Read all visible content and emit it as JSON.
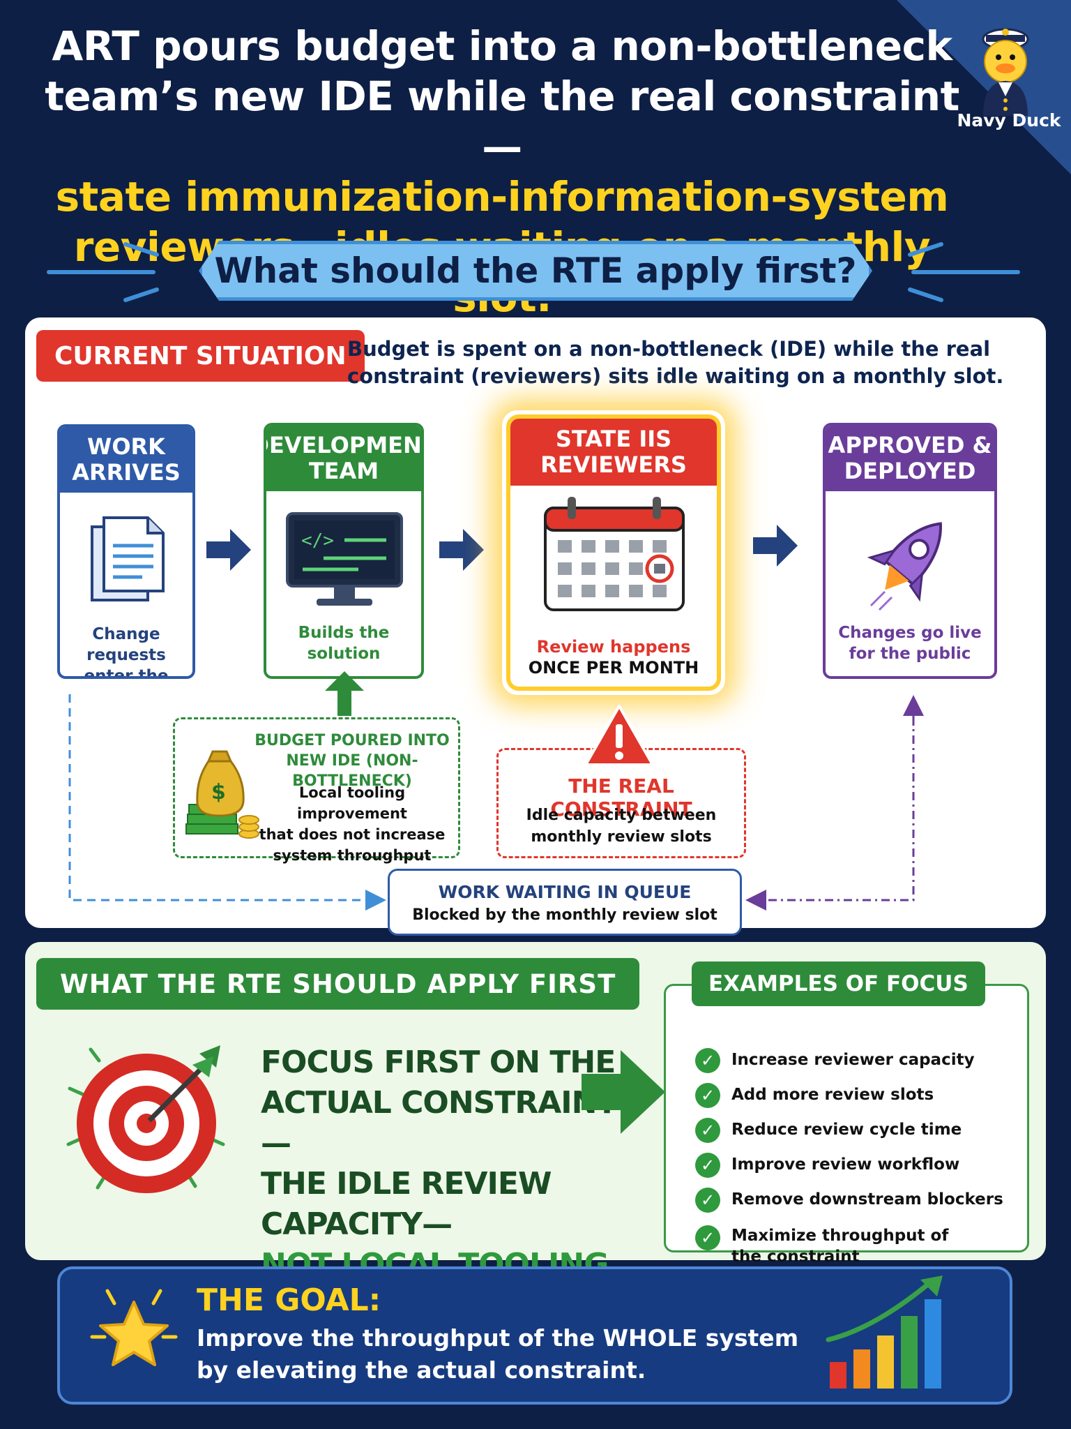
{
  "header": {
    "headline_line1": "ART pours budget into a non-bottleneck",
    "headline_line2": "team’s new IDE while the real constraint—",
    "headline_line3": "state immunization-information-system",
    "headline_line4": "reviewers—idles waiting on a monthly slot.",
    "brand_label": "Navy Duck",
    "question": "What should the RTE apply first?"
  },
  "situation": {
    "label": "CURRENT SITUATION",
    "description_line1": "Budget is spent on a non-bottleneck (IDE) while the real",
    "description_line2": "constraint (reviewers) sits idle waiting on a monthly slot."
  },
  "flow": {
    "work": {
      "title_line1": "WORK",
      "title_line2": "ARRIVES",
      "caption_line1": "Change requests",
      "caption_line2": "enter the system"
    },
    "dev": {
      "title_line1": "DEVELOPMENT",
      "title_line2": "TEAM",
      "caption_line1": "Builds the",
      "caption_line2": "solution"
    },
    "review": {
      "title_line1": "STATE IIS",
      "title_line2": "REVIEWERS",
      "caption_line1": "Review happens",
      "caption_line2": "ONCE PER MONTH"
    },
    "deploy": {
      "title_line1": "APPROVED &",
      "title_line2": "DEPLOYED",
      "caption_line1": "Changes go live",
      "caption_line2": "for the public"
    }
  },
  "budget": {
    "title_line1": "BUDGET POURED INTO",
    "title_line2": "NEW IDE (NON-BOTTLENECK)",
    "text_line1": "Local tooling improvement",
    "text_line2": "that does not increase",
    "text_line3": "system throughput"
  },
  "constraint": {
    "title": "THE REAL CONSTRAINT",
    "text_line1": "Idle capacity between",
    "text_line2": "monthly review slots"
  },
  "queue": {
    "title": "WORK WAITING IN QUEUE",
    "text": "Blocked by the monthly review slot"
  },
  "apply": {
    "label": "WHAT THE RTE SHOULD APPLY FIRST",
    "focus_line1": "FOCUS FIRST ON THE",
    "focus_line2": "ACTUAL CONSTRAINT—",
    "focus_line3": "THE IDLE REVIEW CAPACITY—",
    "focus_line4": "NOT LOCAL TOOLING WINS."
  },
  "examples": {
    "label": "EXAMPLES OF FOCUS",
    "items": [
      "Increase reviewer capacity",
      "Add more review slots",
      "Reduce review cycle time",
      "Improve review workflow",
      "Remove downstream blockers",
      "Maximize throughput of"
    ],
    "last_item_line2": "the constraint"
  },
  "goal": {
    "title": "THE GOAL:",
    "text_line1": "Improve the throughput of the WHOLE system",
    "text_line2": "by elevating the actual constraint."
  },
  "colors": {
    "navy": "#0e1f45",
    "yellow": "#ffd21f",
    "red": "#e0362c",
    "green": "#2e8b3a",
    "purple": "#6a3d9a",
    "blue": "#2e5aa8"
  }
}
